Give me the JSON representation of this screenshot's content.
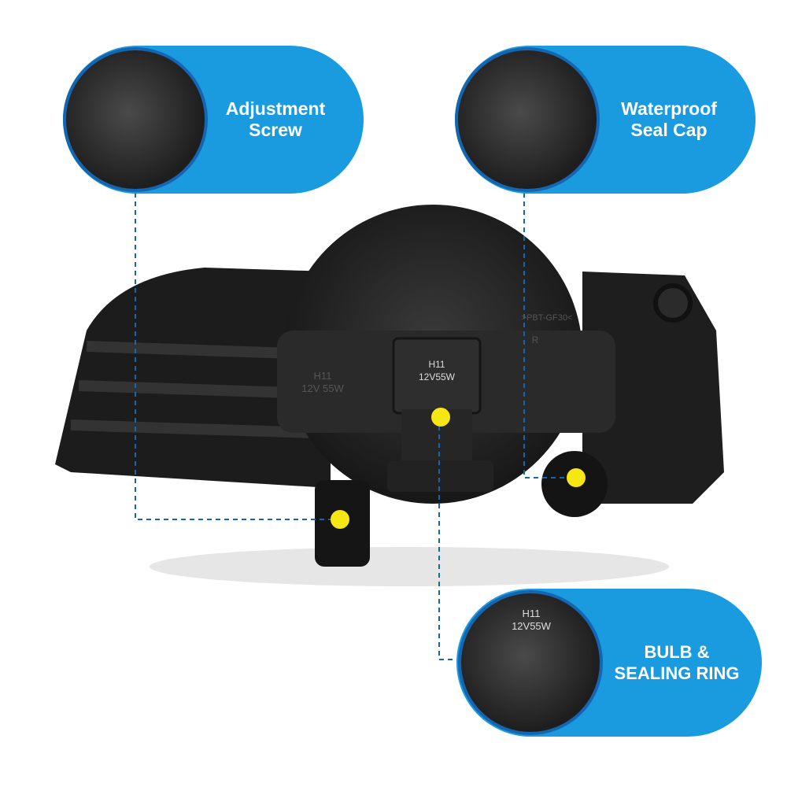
{
  "callouts": [
    {
      "label_line1": "Adjustment",
      "label_line2": "Screw"
    },
    {
      "label_line1": "Waterproof",
      "label_line2": "Seal Cap"
    },
    {
      "label_line1": "BULB &",
      "label_line2": "SEALING RING"
    }
  ],
  "bulb_marking": {
    "line1": "H11",
    "line2": "12V55W"
  },
  "housing_marking": {
    "side_line1": "H11",
    "side_line2": "12V 55W",
    "material": ">PBT-GF30<",
    "side": "R"
  },
  "colors": {
    "accent": "#1a9be0",
    "ring": "#1565b0",
    "marker": "#f5e614",
    "line": "#1565b0"
  }
}
